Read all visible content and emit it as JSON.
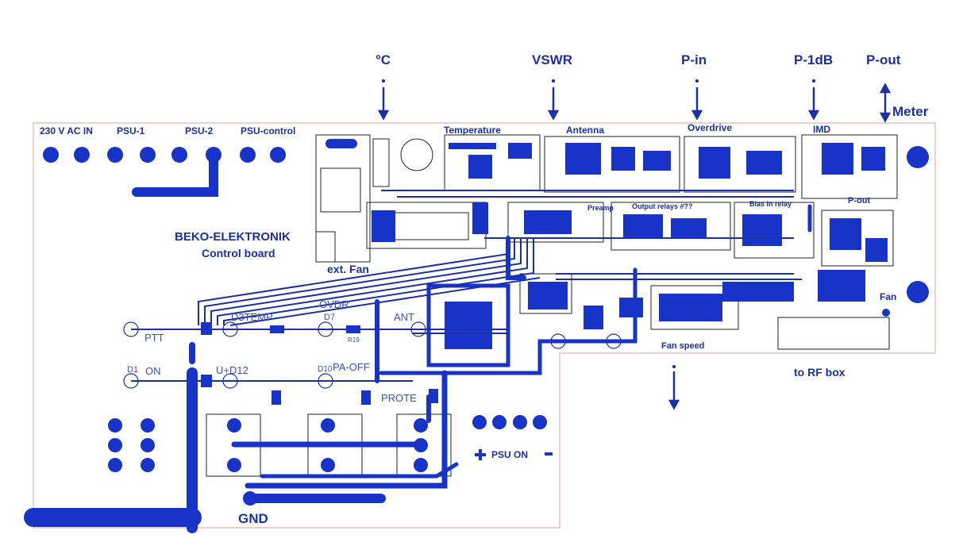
{
  "labels": {
    "header": {
      "degc": "°C",
      "vswr": "VSWR",
      "pin": "P-in",
      "p1db": "P-1dB",
      "pout": "P-out",
      "meter": "Meter"
    },
    "connectors": {
      "ac_in": "230 V AC IN",
      "psu1": "PSU-1",
      "psu2": "PSU-2",
      "psu_control": "PSU-control"
    },
    "blocks": {
      "temperature": "Temperature",
      "antenna": "Antenna",
      "overdrive": "Overdrive",
      "imd": "IMD",
      "preamp": "Preamp",
      "output_relays": "Output relays #??",
      "bias_relay": "Bias In relay",
      "pout_block": "P-out",
      "fan_speed": "Fan speed",
      "fan": "Fan",
      "ext_fan": "ext. Fan"
    },
    "brand": {
      "name": "BEKO-ELEKTRONIK",
      "subtitle": "Control board"
    },
    "leds": {
      "ptt": "PTT",
      "on": "ON",
      "d1": "D1",
      "d3temp": "D3TEMP",
      "ovdr": "OVDR",
      "d7": "D7",
      "ant": "ANT",
      "d12": "U+D12",
      "d10": "D10",
      "pa_off": "PA-OFF",
      "prot": "PROTE",
      "r19": "R19"
    },
    "bottom": {
      "gnd": "GND",
      "psu_on": "PSU ON",
      "to_rf_box": "to RF box",
      "plus": "+",
      "minus": "-"
    }
  },
  "colors": {
    "trace": "#1b2fa8",
    "pad": "#1733c8",
    "outline": "#e0b3b3",
    "background": "#ffffff",
    "component": "#222222"
  }
}
